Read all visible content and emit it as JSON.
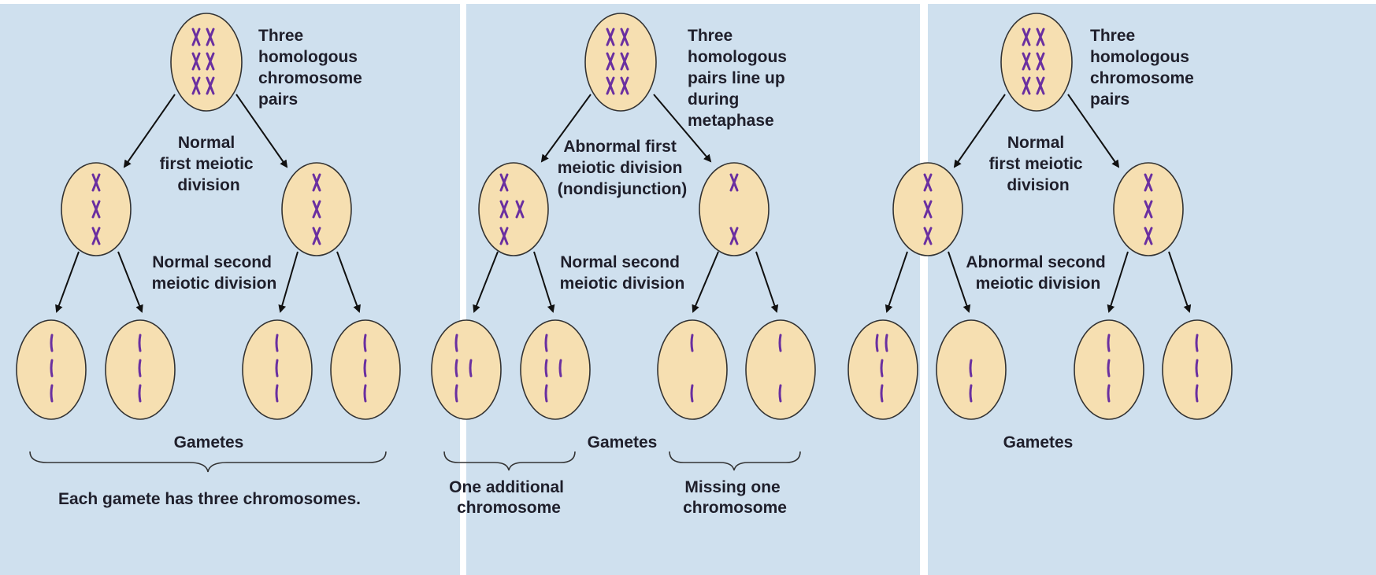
{
  "panels": [
    {
      "top_label": [
        "Three",
        "homologous",
        "chromosome",
        "pairs"
      ],
      "first_division": [
        "Normal",
        "first meiotic",
        "division"
      ],
      "second_division": [
        "Normal second",
        "meiotic division"
      ],
      "gametes_label": "Gametes",
      "footer": "Each gamete has three chromosomes."
    },
    {
      "top_label": [
        "Three",
        "homologous",
        "pairs line up",
        "during",
        "metaphase"
      ],
      "first_division": [
        "Abnormal first",
        "meiotic division",
        "(nondisjunction)"
      ],
      "second_division": [
        "Normal second",
        "meiotic division"
      ],
      "gametes_label": "Gametes",
      "left_group": [
        "One additional",
        "chromosome"
      ],
      "right_group": [
        "Missing one",
        "chromosome"
      ]
    },
    {
      "top_label": [
        "Three",
        "homologous",
        "chromosome",
        "pairs"
      ],
      "first_division": [
        "Normal",
        "first meiotic",
        "division"
      ],
      "second_division": [
        "Abnormal second",
        "meiotic division"
      ],
      "gametes_label": "Gametes"
    }
  ],
  "colors": {
    "panel_background": "#cfe0ee",
    "cell_fill": "#f6dfb1",
    "chromosome": "#6a2fa0"
  }
}
